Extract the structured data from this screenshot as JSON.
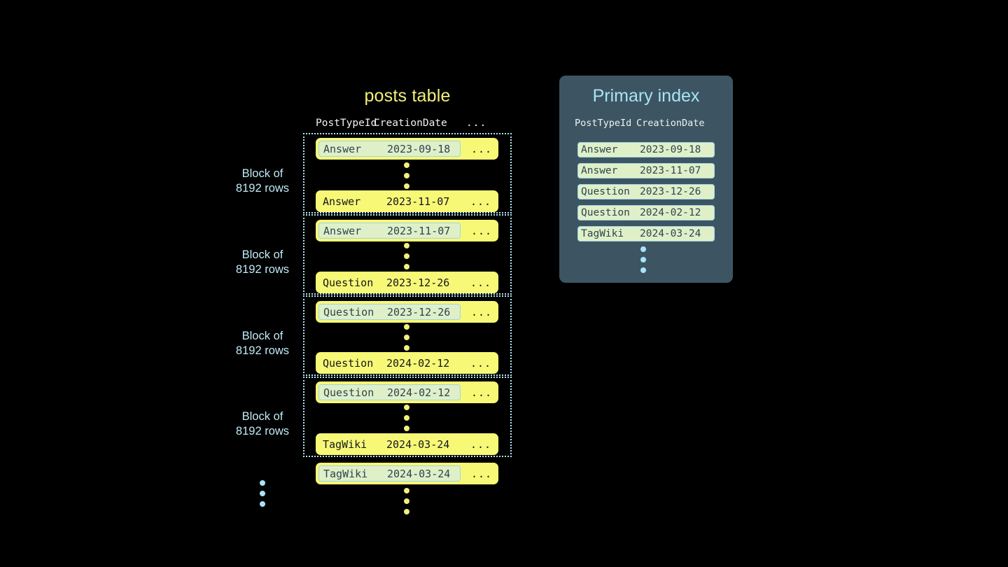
{
  "background": "#000000",
  "colors": {
    "row_yellow": "#f8f877",
    "highlight_green": "#dff0c9",
    "highlight_border": "#9fd4e4",
    "panel_slate": "#3d5562",
    "accent_cyan": "#a9e4f6",
    "title_yellow": "#f2f07a",
    "dot_yellow": "#f2ef7a"
  },
  "posts_table": {
    "title": "posts table",
    "headers": {
      "post_type_id": "PostTypeId",
      "creation_date": "CreationDate",
      "more": "..."
    },
    "ellipsis_cell": "...",
    "blocks": [
      {
        "label_line1": "Block of",
        "label_line2": "8192 rows",
        "first_row": {
          "post_type_id": "Answer",
          "creation_date": "2023-09-18",
          "more": "...",
          "highlighted": true
        },
        "last_row": {
          "post_type_id": "Answer",
          "creation_date": "2023-11-07",
          "more": "...",
          "highlighted": false
        }
      },
      {
        "label_line1": "Block of",
        "label_line2": "8192 rows",
        "first_row": {
          "post_type_id": "Answer",
          "creation_date": "2023-11-07",
          "more": "...",
          "highlighted": true
        },
        "last_row": {
          "post_type_id": "Question",
          "creation_date": "2023-12-26",
          "more": "...",
          "highlighted": false
        }
      },
      {
        "label_line1": "Block of",
        "label_line2": "8192 rows",
        "first_row": {
          "post_type_id": "Question",
          "creation_date": "2023-12-26",
          "more": "...",
          "highlighted": true
        },
        "last_row": {
          "post_type_id": "Question",
          "creation_date": "2024-02-12",
          "more": "...",
          "highlighted": false
        }
      },
      {
        "label_line1": "Block of",
        "label_line2": "8192 rows",
        "first_row": {
          "post_type_id": "Question",
          "creation_date": "2024-02-12",
          "more": "...",
          "highlighted": true
        },
        "last_row": {
          "post_type_id": "TagWiki",
          "creation_date": "2024-03-24",
          "more": "...",
          "highlighted": false
        }
      }
    ],
    "trailing_row": {
      "post_type_id": "TagWiki",
      "creation_date": "2024-03-24",
      "more": "...",
      "highlighted": true
    }
  },
  "primary_index": {
    "title": "Primary index",
    "headers": {
      "post_type_id": "PostTypeId",
      "creation_date": "CreationDate"
    },
    "entries": [
      {
        "post_type_id": "Answer",
        "creation_date": "2023-09-18"
      },
      {
        "post_type_id": "Answer",
        "creation_date": "2023-11-07"
      },
      {
        "post_type_id": "Question",
        "creation_date": "2023-12-26"
      },
      {
        "post_type_id": "Question",
        "creation_date": "2024-02-12"
      },
      {
        "post_type_id": "TagWiki",
        "creation_date": "2024-03-24"
      }
    ]
  }
}
